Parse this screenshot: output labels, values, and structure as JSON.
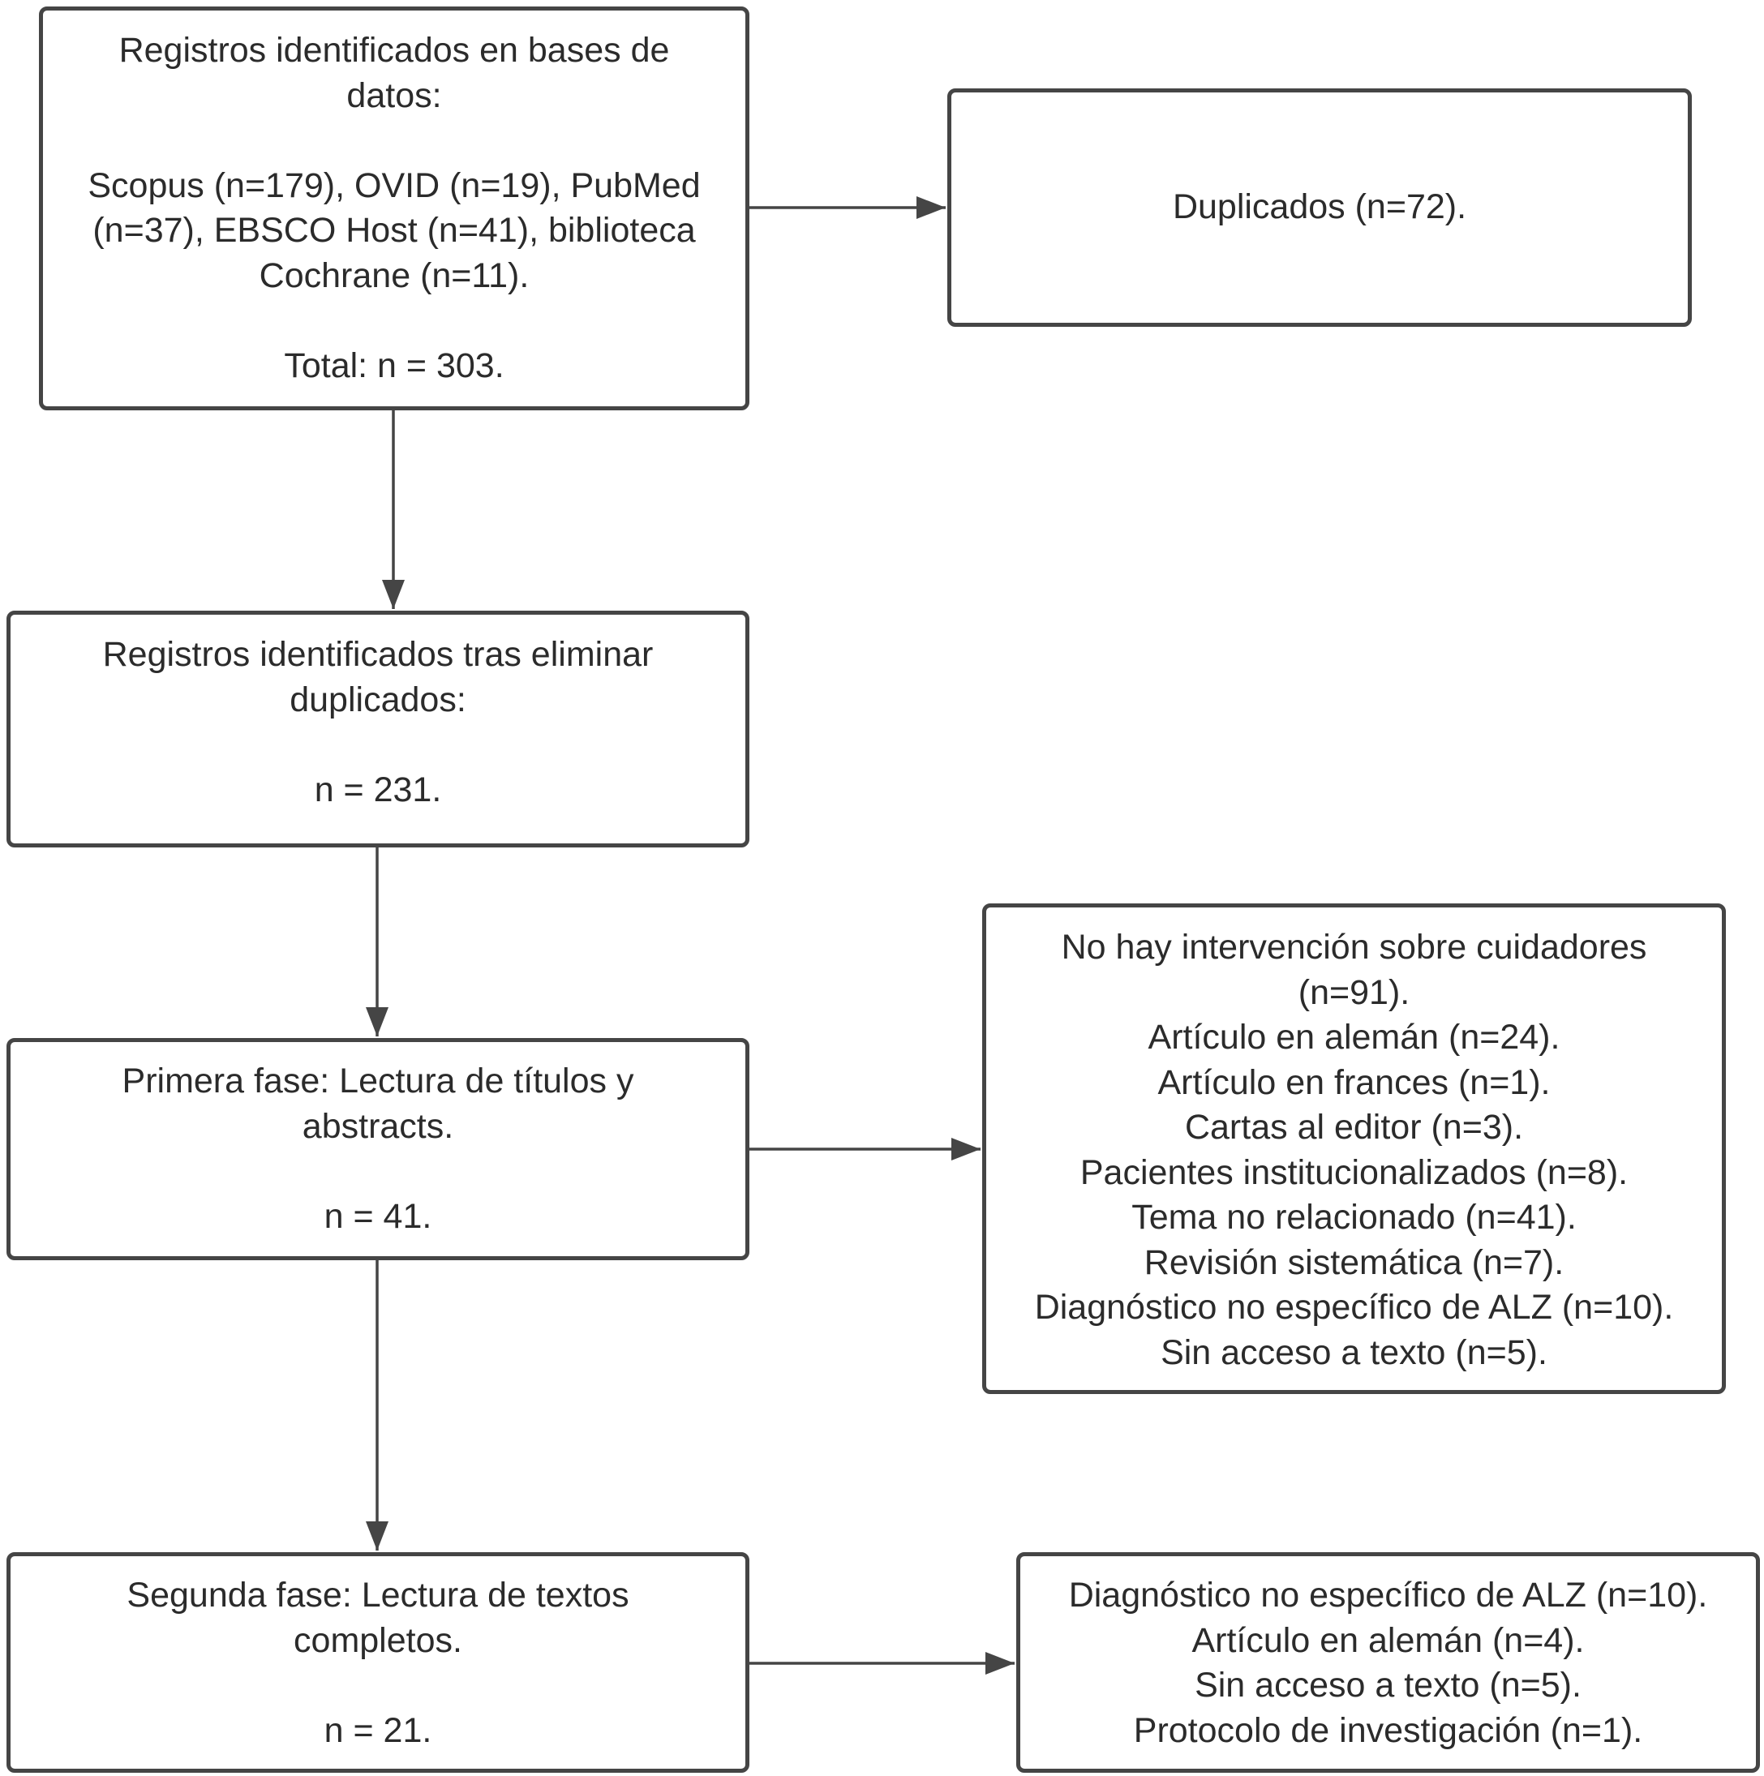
{
  "boxes": {
    "identified": {
      "lines": [
        "Registros identificados en bases de",
        "datos:",
        "",
        "Scopus (n=179), OVID (n=19), PubMed",
        "(n=37), EBSCO Host (n=41), biblioteca",
        "Cochrane (n=11).",
        "",
        "Total: n = 303."
      ]
    },
    "duplicates": {
      "lines": [
        "Duplicados (n=72)."
      ]
    },
    "after_duplicates": {
      "lines": [
        "Registros identificados tras eliminar",
        "duplicados:",
        "",
        "n = 231."
      ]
    },
    "phase1": {
      "lines": [
        "Primera fase: Lectura de títulos y",
        "abstracts.",
        "",
        "n = 41."
      ]
    },
    "exclusions1": {
      "lines": [
        "No hay intervención sobre cuidadores",
        "(n=91).",
        "Artículo en alemán (n=24).",
        "Artículo en frances (n=1).",
        "Cartas al editor (n=3).",
        "Pacientes institucionalizados (n=8).",
        "Tema no relacionado (n=41).",
        "Revisión sistemática (n=7).",
        "Diagnóstico no específico de ALZ (n=10).",
        "Sin acceso a texto (n=5)."
      ]
    },
    "phase2": {
      "lines": [
        "Segunda fase: Lectura de textos",
        "completos.",
        "",
        "n = 21."
      ]
    },
    "exclusions2": {
      "lines": [
        "Diagnóstico no específico de ALZ (n=10).",
        "Artículo en alemán (n=4).",
        "Sin acceso a texto (n=5).",
        "Protocolo de investigación (n=1)."
      ]
    }
  }
}
